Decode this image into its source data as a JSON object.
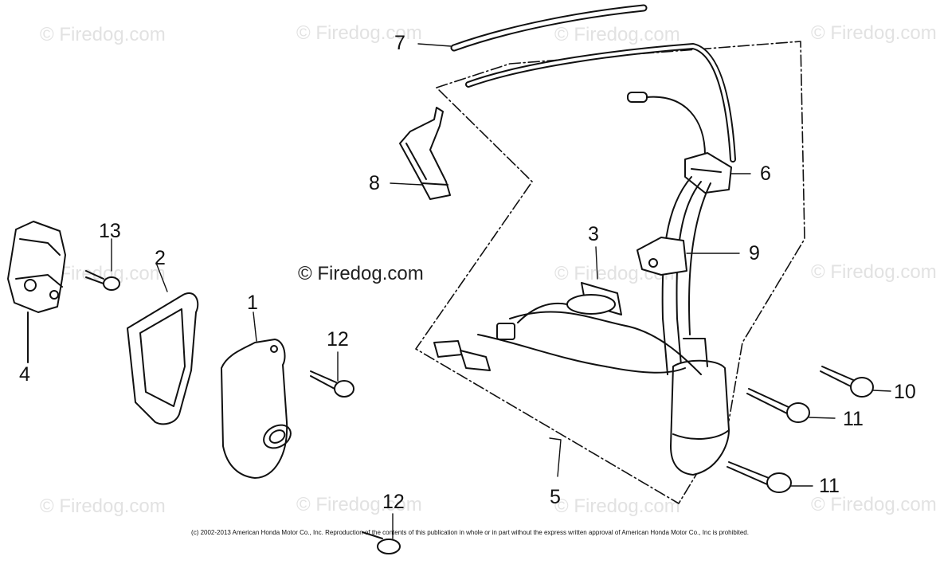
{
  "watermark_text": "© Firedog.com",
  "watermark_center": "© Firedog.com",
  "callouts": [
    "1",
    "2",
    "3",
    "4",
    "5",
    "6",
    "7",
    "8",
    "9",
    "10",
    "11",
    "11",
    "12",
    "12",
    "13"
  ],
  "footer_text": "(c) 2002-2013 American Honda Motor Co., Inc. Reproduction of the contents of this publication in whole or in part without the express written approval of American Honda Motor Co., Inc is prohibited.",
  "colors": {
    "line": "#111111",
    "watermark": "#e2e2e2"
  }
}
